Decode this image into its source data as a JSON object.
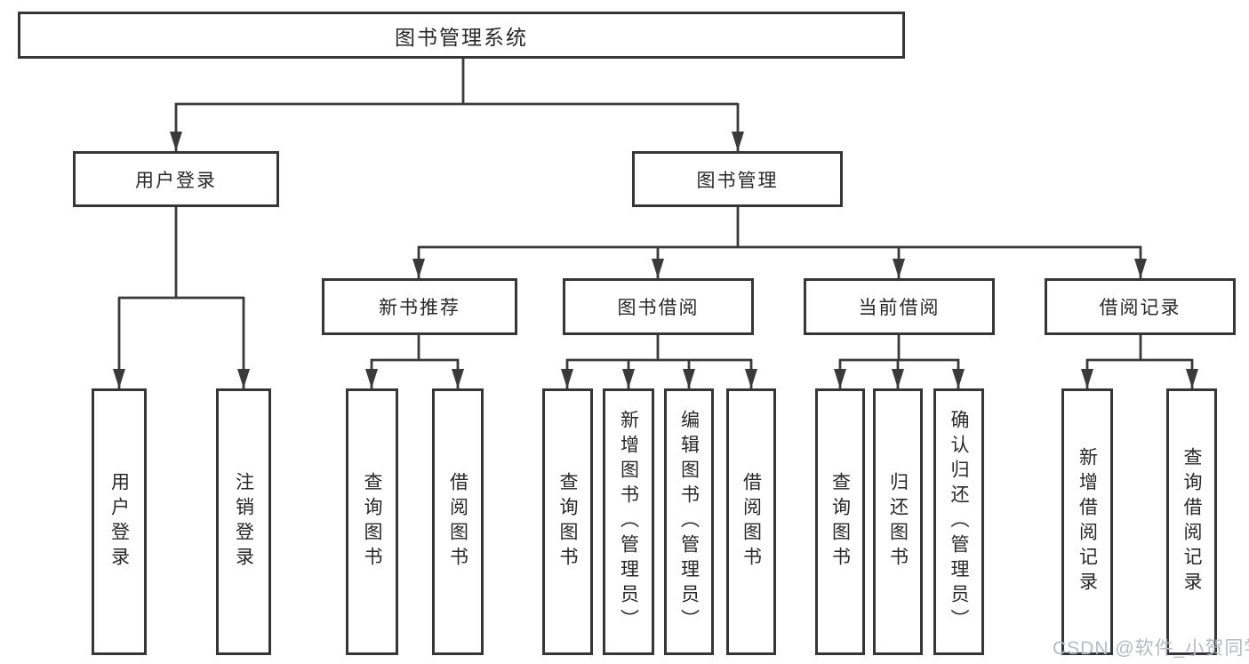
{
  "diagram": {
    "root": {
      "label": "图书管理系统",
      "children": [
        {
          "label": "用户登录",
          "children": [
            {
              "label": "用户登录"
            },
            {
              "label": "注销登录"
            }
          ]
        },
        {
          "label": "图书管理",
          "children": [
            {
              "label": "新书推荐",
              "children": [
                {
                  "label": "查询图书"
                },
                {
                  "label": "借阅图书"
                }
              ]
            },
            {
              "label": "图书借阅",
              "children": [
                {
                  "label": "查询图书"
                },
                {
                  "label": "新增图书（管理员）"
                },
                {
                  "label": "编辑图书（管理员）"
                },
                {
                  "label": "借阅图书"
                }
              ]
            },
            {
              "label": "当前借阅",
              "children": [
                {
                  "label": "查询图书"
                },
                {
                  "label": "归还图书"
                },
                {
                  "label": "确认归还（管理员）"
                }
              ]
            },
            {
              "label": "借阅记录",
              "children": [
                {
                  "label": "新增借阅记录"
                },
                {
                  "label": "查询借阅记录"
                }
              ]
            }
          ]
        }
      ]
    }
  },
  "watermark": {
    "text": "CSDN @软件_小贺同学"
  },
  "colors": {
    "line": "#3a3a3a",
    "box_border": "#363636",
    "box_fill": "#ffffff",
    "text": "#282828",
    "watermark": "#b7bbc1",
    "background": "#ffffff"
  }
}
